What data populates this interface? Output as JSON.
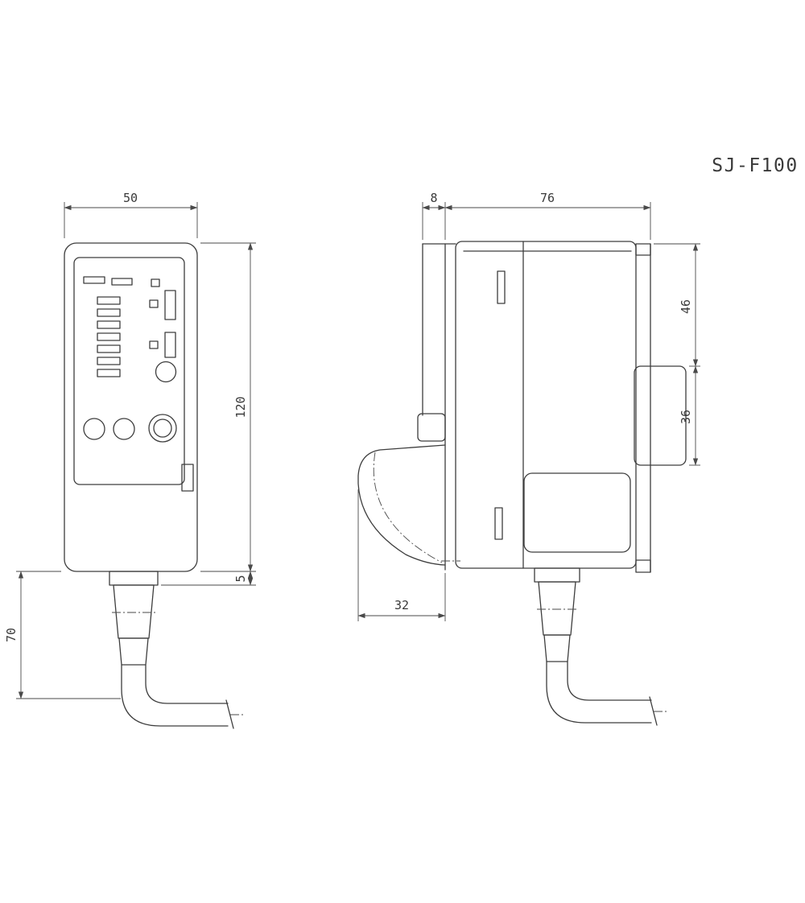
{
  "title": "SJ-F100",
  "colors": {
    "line": "#3d3d3d",
    "background": "#ffffff"
  },
  "front_view": {
    "dim_width": "50",
    "dim_height": "120",
    "dim_offset": "5",
    "dim_cable": "70"
  },
  "side_view": {
    "dim_front": "8",
    "dim_depth": "76",
    "dim_upper": "46",
    "dim_bracket": "36",
    "dim_nozzle": "32"
  }
}
